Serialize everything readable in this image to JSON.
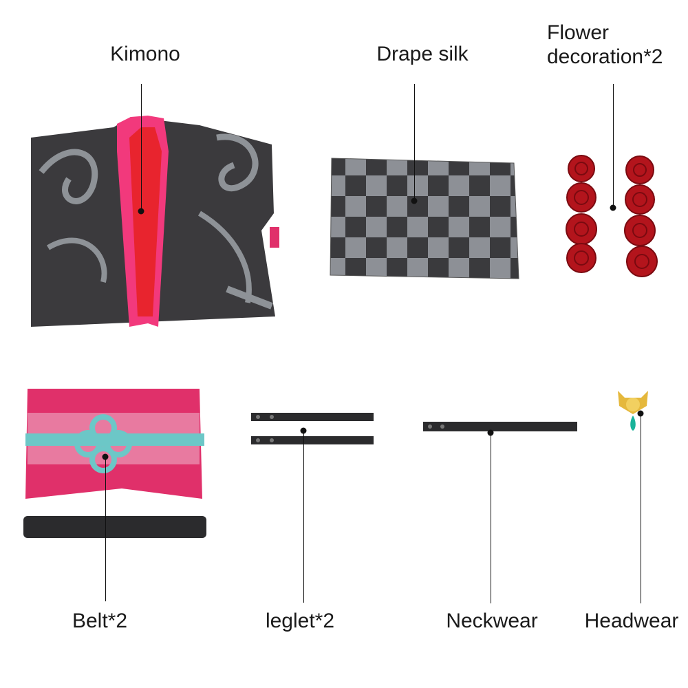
{
  "items": {
    "kimono": {
      "label": "Kimono"
    },
    "drape_silk": {
      "label": "Drape silk"
    },
    "flower": {
      "label_line1": "Flower",
      "label_line2": "decoration*2"
    },
    "belt": {
      "label": "Belt*2"
    },
    "leglet": {
      "label": "leglet*2"
    },
    "neckwear": {
      "label": "Neckwear"
    },
    "headwear": {
      "label": "Headwear"
    }
  },
  "colors": {
    "kimono_body": "#3b3a3d",
    "kimono_pattern": "#8e9297",
    "kimono_collar": "#f2397c",
    "kimono_inner": "#e8242e",
    "checker_dark": "#3a3a3d",
    "checker_light": "#8d9096",
    "flower_red": "#b3141c",
    "belt_pink": "#e0306a",
    "belt_teal": "#6cc7c7",
    "strap_black": "#2b2b2d",
    "gold": "#e5b83c",
    "jade": "#19b39a"
  }
}
